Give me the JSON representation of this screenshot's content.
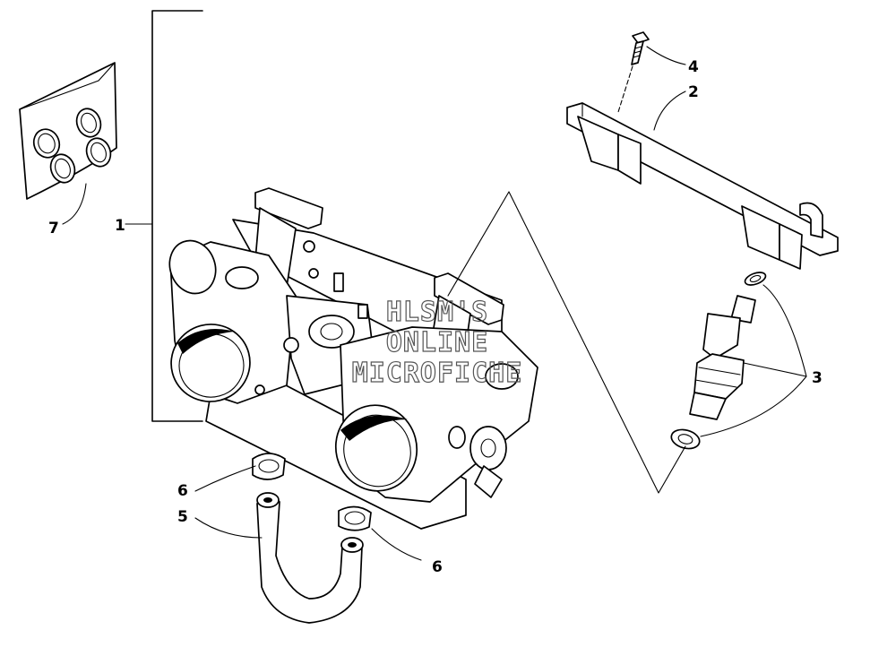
{
  "diagram": {
    "callouts": {
      "c1": "1",
      "c2": "2",
      "c3": "3",
      "c4": "4",
      "c5": "5",
      "c6a": "6",
      "c6b": "6",
      "c7": "7"
    },
    "watermark": {
      "line1": "HLSM'S",
      "line2": "ONLINE",
      "line3": "MICROFICHE"
    }
  }
}
